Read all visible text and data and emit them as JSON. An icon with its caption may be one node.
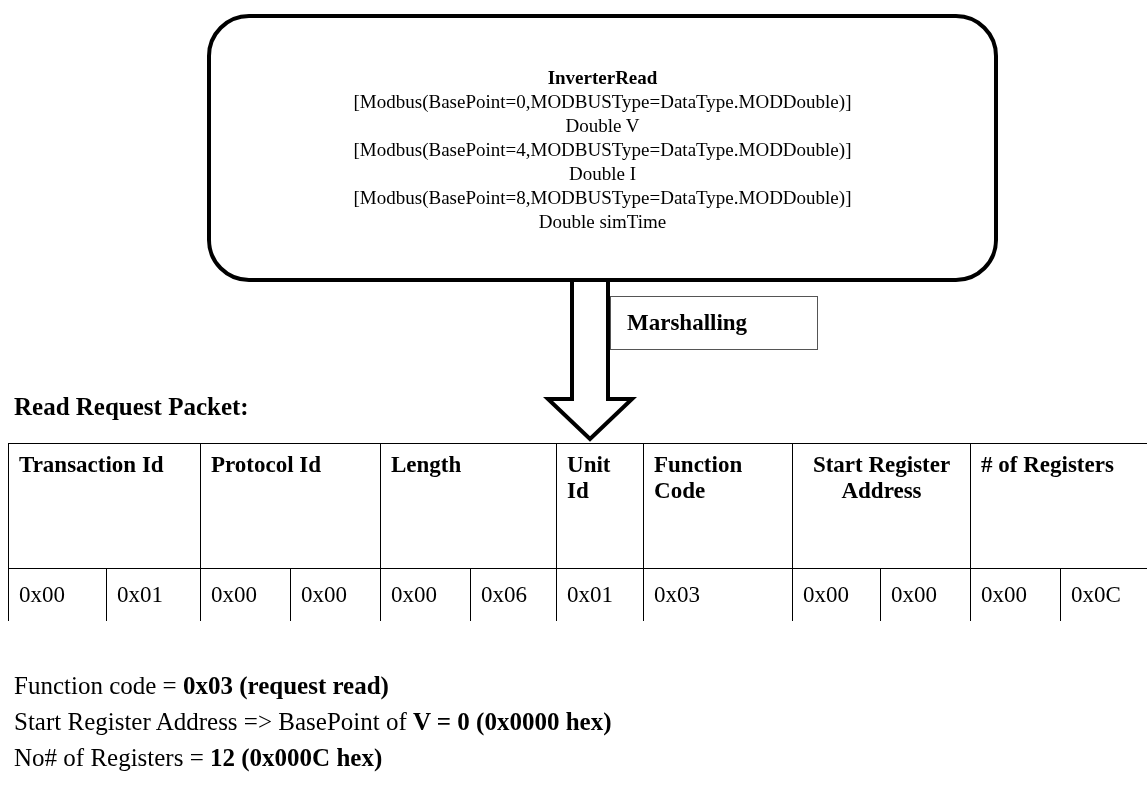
{
  "diagram": {
    "nodes": [
      {
        "text": [
          "InverterRead",
          "[Modbus(BasePoint=0,MODBUSType=DataType.MODDouble)]",
          "Double V",
          "[Modbus(BasePoint=4,MODBUSType=DataType.MODDouble)]",
          "Double I",
          "[Modbus(BasePoint=8,MODBUSType=DataType.MODDouble)]",
          "Double simTime"
        ]
      },
      {
        "text": [
          "Read Request Packet:"
        ]
      }
    ],
    "edges": [
      {
        "from": 0,
        "to": 1,
        "arrow": "to",
        "style": "thick",
        "label": "Marshalling"
      }
    ],
    "labels": [
      "Transaction Id",
      "Protocol Id",
      "Length",
      "Unit Id",
      "Function Code",
      "Start Register Address",
      "# of Registers",
      "0x00",
      "0x01",
      "0x00",
      "0x00",
      "0x00",
      "0x06",
      "0x01",
      "0x03",
      "0x00",
      "0x00",
      "0x00",
      "0x0C",
      "Function code = **0x03 (request read)**",
      "Start Register Address => BasePoint of **V = 0 (0x0000 hex)**",
      "No# of Registers = **12 (0x000C hex)**"
    ]
  }
}
